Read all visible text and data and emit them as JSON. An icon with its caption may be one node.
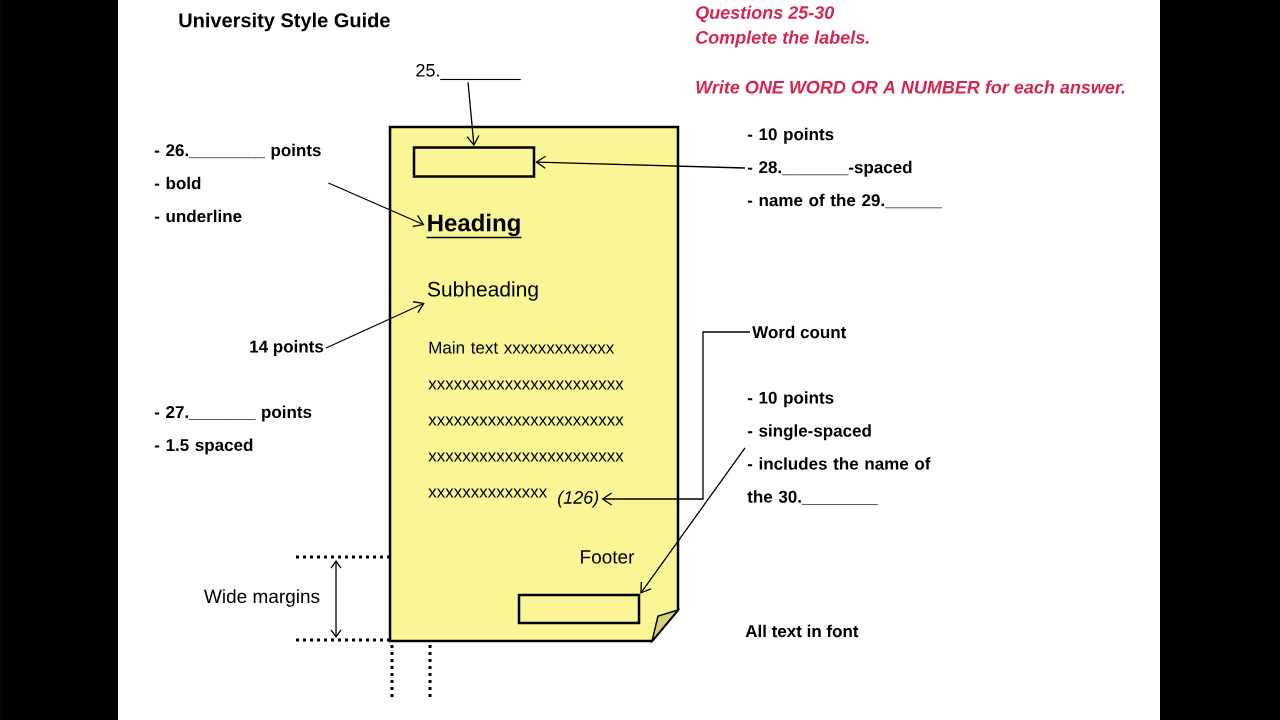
{
  "diagram": {
    "title": "University Style Guide",
    "nodes": [
      {
        "text": [],
        "shape": "box"
      },
      {
        "text": [],
        "shape": "box",
        "in": 0
      },
      {
        "text": [
          "Heading"
        ],
        "in": 0
      },
      {
        "text": [
          "Subheading"
        ],
        "in": 0
      },
      {
        "text": [
          "Main text xxxxxxxxxxxxx xxxxxxxxxxxxxxxxxxxxxxx xxxxxxxxxxxxxxxxxxxxxxx xxxxxxxxxxxxxxxxxxxxxxx xxxxxxxxxxxxxx"
        ],
        "in": 0
      },
      {
        "text": [
          "(126)"
        ],
        "in": 0
      },
      {
        "text": [
          "Footer"
        ],
        "in": 0
      },
      {
        "text": [
          "25.________"
        ]
      },
      {
        "text": [
          "- 26.________ points",
          "- bold",
          "- underline"
        ]
      },
      {
        "text": [
          "14 points"
        ]
      },
      {
        "text": [
          "- 27._______ points",
          "-  1.5 spaced"
        ]
      },
      {
        "text": [
          "- 10 points",
          "- 28._______-spaced",
          "- name of the 29.______"
        ]
      },
      {
        "text": [
          "Word count"
        ]
      },
      {
        "text": [
          "- 10 points",
          "- single-spaced",
          "- includes the name of the 30.________"
        ]
      }
    ],
    "edges": [
      {
        "from": 7,
        "to": 1,
        "arrow": "to"
      },
      {
        "from": 8,
        "to": 2,
        "arrow": "to"
      },
      {
        "from": 9,
        "to": 3,
        "arrow": "to"
      },
      {
        "from": 11,
        "to": 1,
        "arrow": "to"
      },
      {
        "from": 12,
        "to": 5,
        "arrow": "to"
      },
      {
        "from": 13,
        "to": 6,
        "arrow": "to"
      }
    ],
    "labels": [
      "Questions 25-30",
      "Complete the labels.",
      "Write ONE WORD OR A NUMBER for each answer.",
      "Wide margins",
      "All text in font"
    ]
  }
}
